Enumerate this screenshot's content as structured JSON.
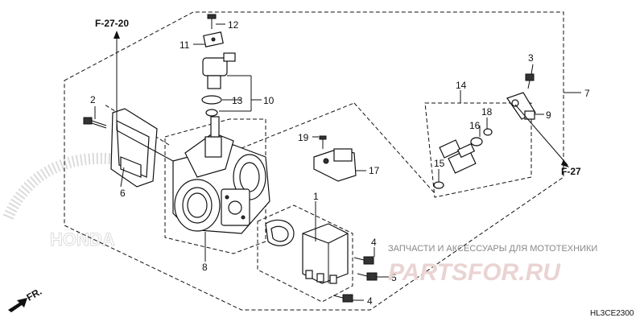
{
  "diagram": {
    "code": "HL3CE2300",
    "front_marker": "FR.",
    "ref_top": "F-27-20",
    "ref_right": "F-27",
    "callouts": [
      {
        "id": "c1",
        "label": "1"
      },
      {
        "id": "c2",
        "label": "2"
      },
      {
        "id": "c3",
        "label": "3"
      },
      {
        "id": "c4a",
        "label": "4"
      },
      {
        "id": "c4b",
        "label": "4"
      },
      {
        "id": "c5",
        "label": "5"
      },
      {
        "id": "c6",
        "label": "6"
      },
      {
        "id": "c7",
        "label": "7"
      },
      {
        "id": "c8",
        "label": "8"
      },
      {
        "id": "c9",
        "label": "9"
      },
      {
        "id": "c10",
        "label": "10"
      },
      {
        "id": "c11",
        "label": "11"
      },
      {
        "id": "c12",
        "label": "12"
      },
      {
        "id": "c13",
        "label": "13"
      },
      {
        "id": "c14",
        "label": "14"
      },
      {
        "id": "c15",
        "label": "15"
      },
      {
        "id": "c16",
        "label": "16"
      },
      {
        "id": "c17",
        "label": "17"
      },
      {
        "id": "c18",
        "label": "18"
      },
      {
        "id": "c19",
        "label": "19"
      }
    ]
  },
  "watermark": {
    "line1": "ЗАПЧАСТИ И АКСЕССУАРЫ ДЛЯ МОТОТЕХНИКИ",
    "line2": "PARTSFOR.RU",
    "brand": "HONDA"
  }
}
